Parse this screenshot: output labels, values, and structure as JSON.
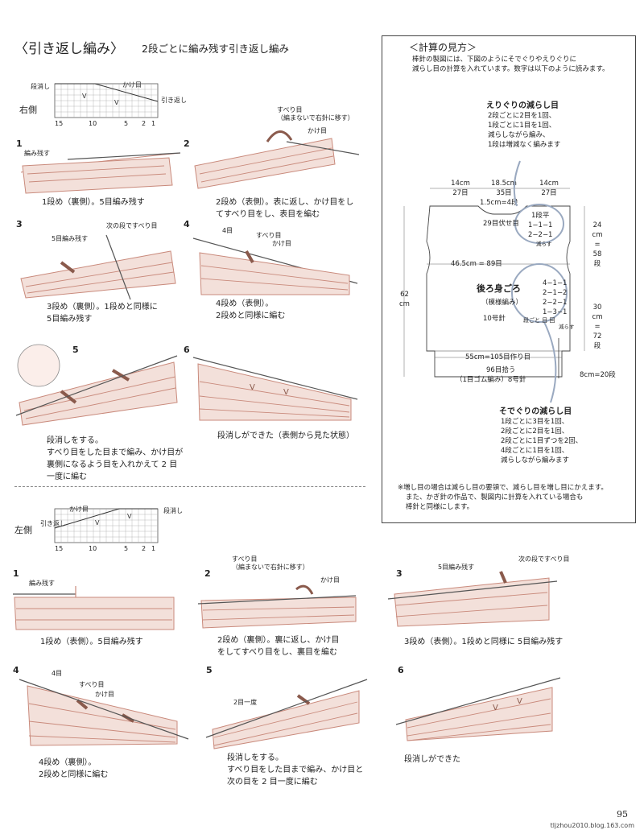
{
  "header": {
    "title": "〈引き返し編み〉",
    "subtitle": "2段ごとに編み残す引き返し編み"
  },
  "right": {
    "side_label": "右側",
    "chart": {
      "left_label": "段消し",
      "top_label": "かけ目",
      "right_label": "引き返し",
      "ticks": [
        "15",
        "10",
        "5",
        "2",
        "1"
      ]
    },
    "steps": [
      {
        "num": "1",
        "labels": [
          "編み残す"
        ],
        "caption": [
          "1段め（裏側）。5目編み残す"
        ]
      },
      {
        "num": "2",
        "labels": [
          "すべり目",
          "（編まないで右針に移す）",
          "かけ目"
        ],
        "caption": [
          "2段め（表側）。表に返し、かけ目をし",
          "てすべり目をし、表目を編む"
        ]
      },
      {
        "num": "3",
        "labels": [
          "5目編み残す",
          "次の段ですべり目"
        ],
        "caption": [
          "3段め（裏側）。1段めと同様に",
          "5目編み残す"
        ]
      },
      {
        "num": "4",
        "labels": [
          "4目",
          "すべり目",
          "かけ目"
        ],
        "caption": [
          "4段め（表側）。",
          "2段めと同様に編む"
        ]
      },
      {
        "num": "5",
        "labels": [],
        "caption": [
          "段消しをする。",
          "すべり目をした目まで編み、かけ目が",
          "裏側になるよう目を入れかえて 2 目",
          "一度に編む"
        ]
      },
      {
        "num": "6",
        "labels": [],
        "caption": [
          "段消しができた（表側から見た状態）"
        ]
      }
    ]
  },
  "left": {
    "side_label": "左側",
    "chart": {
      "left_label": "引き返し",
      "top_label": "かけ目",
      "right_label": "段消し",
      "ticks": [
        "15",
        "10",
        "5",
        "2",
        "1"
      ]
    },
    "steps": [
      {
        "num": "1",
        "labels": [
          "編み残す"
        ],
        "caption": [
          "1段め（表側）。5目編み残す"
        ]
      },
      {
        "num": "2",
        "labels": [
          "すべり目",
          "（編まないで右針に移す）",
          "かけ目"
        ],
        "caption": [
          "2段め（裏側）。裏に返し、かけ目",
          "をしてすべり目をし、裏目を編む"
        ]
      },
      {
        "num": "3",
        "labels": [
          "5目編み残す",
          "次の段ですべり目"
        ],
        "caption": [
          "3段め（表側）。1段めと同様に 5目編み残す"
        ]
      },
      {
        "num": "4",
        "labels": [
          "4目",
          "すべり目",
          "かけ目"
        ],
        "caption": [
          "4段め（裏側）。",
          "2段めと同様に編む"
        ]
      },
      {
        "num": "5",
        "labels": [
          "2目一度"
        ],
        "caption": [
          "段消しをする。",
          "すべり目をした目まで編み、かけ目と",
          "次の目を 2 目一度に編む"
        ]
      },
      {
        "num": "6",
        "labels": [],
        "caption": [
          "段消しができた"
        ]
      }
    ]
  },
  "calc": {
    "title": "＜計算の見方＞",
    "intro": [
      "棒針の製図には、下図のようにそでぐりやえりぐりに",
      "減らし目の計算を入れています。数字は以下のように読みます。"
    ],
    "neck_title": "えりぐりの減らし目",
    "neck_lines": [
      "2段ごとに2目を1回、",
      "1段ごとに1目を1回、",
      "減らしながら編み、",
      "1段は増減なく編みます"
    ],
    "top_dims": [
      {
        "cm": "14cm",
        "sts": "27目"
      },
      {
        "cm": "18.5cm",
        "sts": "35目"
      },
      {
        "cm": "14cm",
        "sts": "27目"
      }
    ],
    "neck_small": "1.5cm=4段",
    "bind_off": "29目伏せ目",
    "neck_calc": [
      "1段平",
      "1−1−1",
      "2−2−1"
    ],
    "decrease": "減らす",
    "armhole_depth": {
      "cm": "24",
      "unit": "cm",
      "eq": "=",
      "rows": "58",
      "row_unit": "段"
    },
    "width_label": "46.5cm = 89目",
    "body_title": "後ろ身ごろ",
    "body_pattern": "（模様編み）",
    "needle": "10号針",
    "sleeve_calc": [
      "4−1−1",
      "2−1−2",
      "2−2−1",
      "1−3−1"
    ],
    "calc_legend": [
      "段ごと",
      "目",
      "回"
    ],
    "height": {
      "cm": "62",
      "unit": "cm"
    },
    "lower": {
      "cm": "30",
      "unit": "cm",
      "eq": "=",
      "rows": "72",
      "row_unit": "段"
    },
    "cast_on": "55cm=105目作り目",
    "pickup": "96目拾う",
    "rib": "（1目ゴム編み）8号針",
    "rib_height": "8cm=20段",
    "sleeve_title": "そでぐりの減らし目",
    "sleeve_lines": [
      "1段ごとに3目を1回、",
      "2段ごとに2目を1回、",
      "2段ごとに1目ずつを2回、",
      "4段ごとに1目を1回、",
      "減らしながら編みます"
    ],
    "note": [
      "※増し目の場合は減らし目の要領で、減らし目を増し目にかえます。",
      "また、かぎ針の作品で、製図内に計算を入れている場合も",
      "棒針と同様にします。"
    ]
  },
  "page_number": "95",
  "footer": "tljzhou2010.blog.163.com",
  "colors": {
    "yarn": "#c98a7c",
    "yarn_dark": "#8a5a4c",
    "accent": "#9aa9c0"
  }
}
